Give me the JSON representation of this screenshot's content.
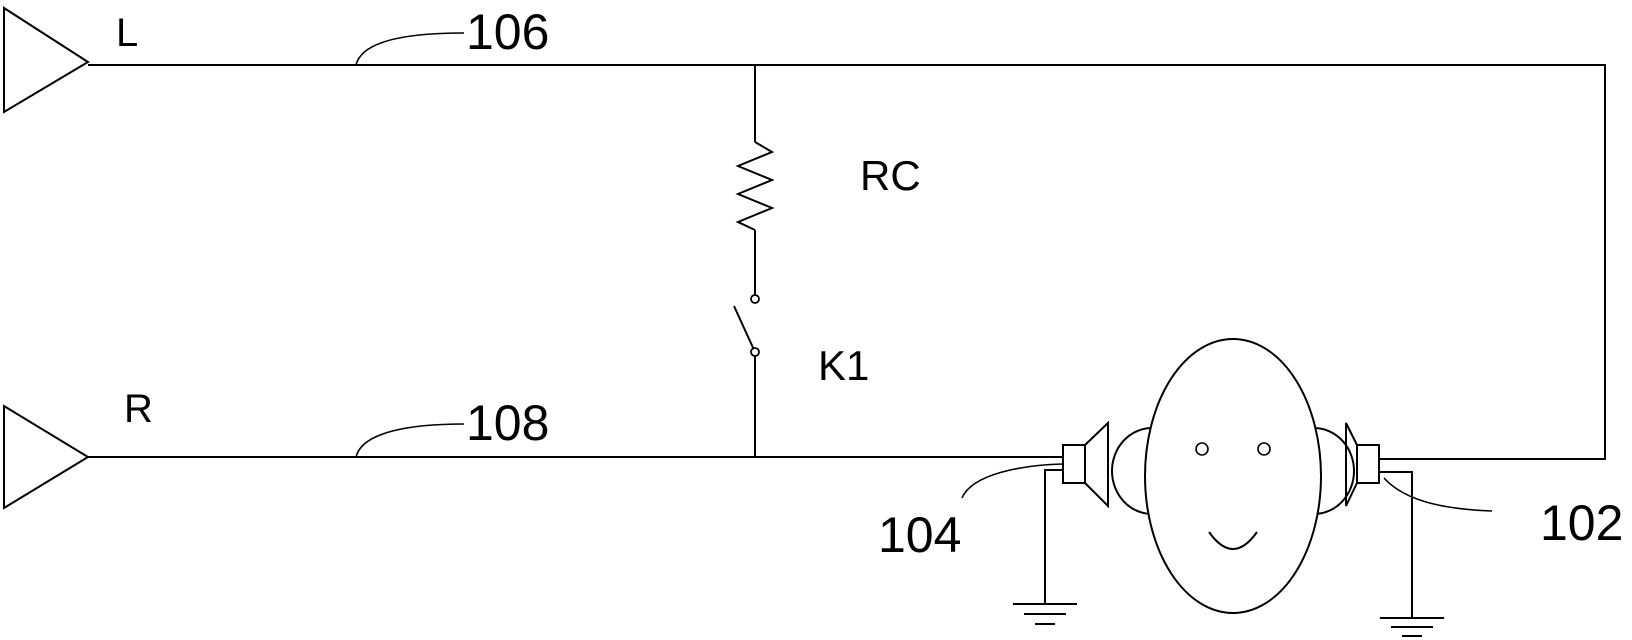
{
  "labels": {
    "left_channel": "L",
    "right_channel": "R",
    "left_line_ref": "106",
    "right_line_ref": "108",
    "resistor": "RC",
    "switch": "K1",
    "left_speaker_ref": "104",
    "right_speaker_ref": "102"
  }
}
